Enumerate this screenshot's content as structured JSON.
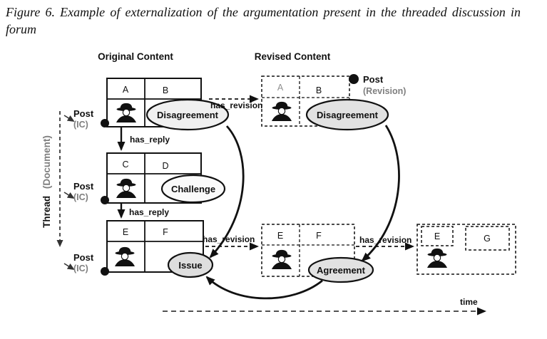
{
  "caption": "Figure 6. Example of externalization of the argumentation present in the threaded discussion in forum",
  "columns": {
    "original": "Original Content",
    "revised": "Revised Content"
  },
  "thread": {
    "label": "Thread",
    "sublabel": "(Document)"
  },
  "posts": {
    "post1": {
      "label": "Post",
      "sublabel": "(IC)"
    },
    "post2": {
      "label": "Post",
      "sublabel": "(IC)"
    },
    "post3": {
      "label": "Post",
      "sublabel": "(IC)"
    },
    "revision": {
      "label": "Post",
      "sublabel": "(Revision)"
    }
  },
  "cells": {
    "a": "A",
    "b": "B",
    "c": "C",
    "d": "D",
    "e": "E",
    "f": "F",
    "g": "G"
  },
  "nodes": {
    "disagreement_original": "Disagreement",
    "challenge": "Challenge",
    "issue": "Issue",
    "disagreement_revised": "Disagreement",
    "agreement": "Agreement"
  },
  "relations": {
    "has_reply_1": "has_reply",
    "has_reply_2": "has_reply",
    "has_revision_1": "has_revision",
    "has_revision_2": "has_revision",
    "has_revision_3": "has_revision"
  },
  "timeline": {
    "label": "time"
  },
  "colors": {
    "ink": "#111111",
    "muted_text": "#7f7f7f",
    "node_fill": "#e2e2e2",
    "background": "#ffffff"
  }
}
